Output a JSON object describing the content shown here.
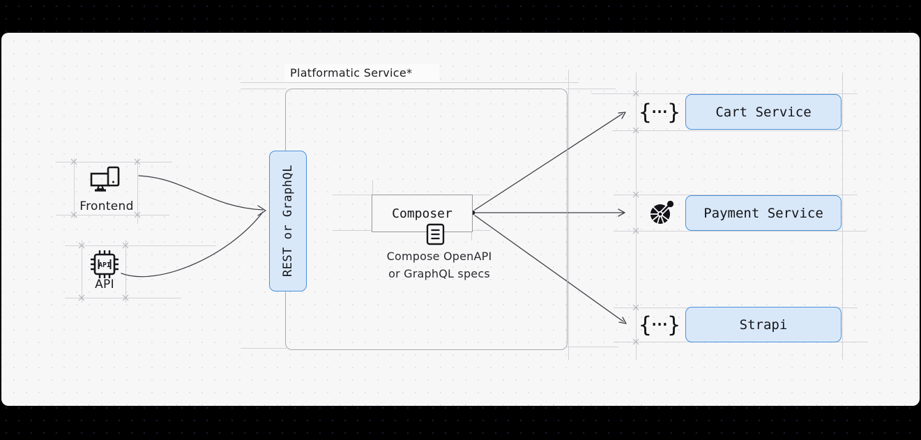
{
  "frame": {
    "label": "Platformatic Service*"
  },
  "sources": {
    "frontend": {
      "label": "Frontend",
      "icon": "frontend-devices-icon"
    },
    "api": {
      "label": "API",
      "icon": "api-chip-icon"
    }
  },
  "gateway": {
    "label": "REST or GraphQL"
  },
  "composer": {
    "label": "Composer",
    "icon": "spec-document-icon",
    "caption": {
      "line1": "Compose OpenAPI",
      "line2": "or GraphQL specs"
    }
  },
  "services": [
    {
      "label": "Cart Service",
      "icon": "braces-icon",
      "icon_glyph": "{···}"
    },
    {
      "label": "Payment Service",
      "icon": "payment-wheel-icon",
      "icon_glyph": ""
    },
    {
      "label": "Strapi",
      "icon": "braces-icon",
      "icon_glyph": "{···}"
    }
  ],
  "colors": {
    "service_fill": "#d9e8f9",
    "service_border": "#4a90d9",
    "frame_border": "#a9a9ad",
    "arrow": "#3f3f45",
    "canvas_bg": "#f7f7f8",
    "chrome_bg": "#000000"
  }
}
